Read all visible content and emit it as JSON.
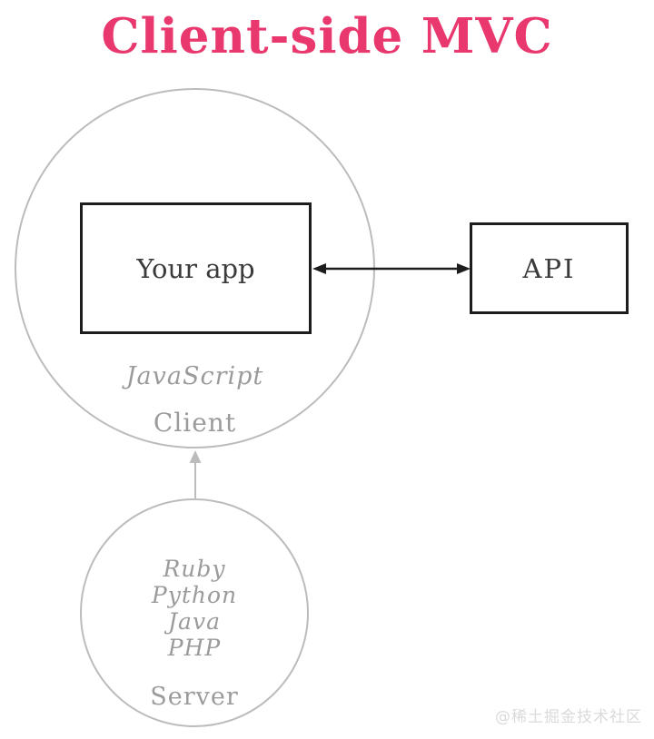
{
  "title": "Client-side MVC",
  "colors": {
    "title_pink": "#e8386d",
    "box_border": "#1d1d1d",
    "arrow_black": "#1d1d1d",
    "circle_stroke": "#bcbcbc",
    "gray_text": "#9b9b9b",
    "watermark_gray": "#dadada"
  },
  "diagram": {
    "client": {
      "app_label": "Your app",
      "language": "JavaScript",
      "label": "Client"
    },
    "api": {
      "label": "API"
    },
    "server": {
      "languages": [
        "Ruby",
        "Python",
        "Java",
        "PHP"
      ],
      "label": "Server"
    }
  },
  "watermark": "@稀土掘金技术社区"
}
